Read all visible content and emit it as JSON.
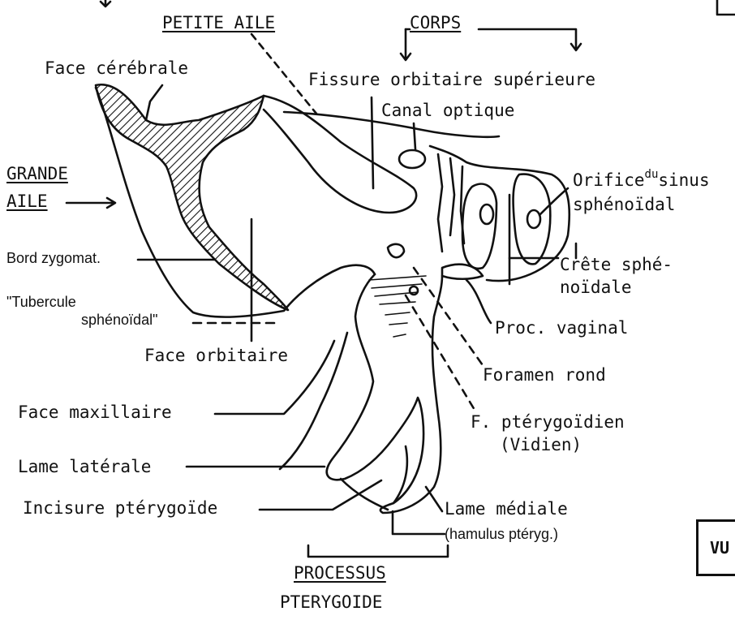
{
  "labels": {
    "petite_aile": "PETITE AILE",
    "corps": "CORPS",
    "face_cerebrale": "Face cérébrale",
    "fissure_orbitaire": "Fissure orbitaire supérieure",
    "canal_optique": "Canal optique",
    "grande": "GRANDE",
    "aile": "AILE",
    "orifice": "Orifice",
    "orifice_du": "du",
    "orifice_sinus": "sinus",
    "spheno_dal": "sphénoïdal",
    "bord_zygomat": "Bord zygomat.",
    "crete_sphe": "Crête sphé-",
    "noidale": "noïdale",
    "tubercule": "\"Tubercule",
    "tubercule_spheno": "sphénoïdal\"",
    "proc_vaginal": "Proc. vaginal",
    "face_orbitaire": "Face orbitaire",
    "foramen_rond": "Foramen rond",
    "face_maxillaire": "Face maxillaire",
    "f_pterygoidien": "F. ptérygoïdien",
    "vidien": "(Vidien)",
    "lame_laterale": "Lame latérale",
    "incisure": "Incisure ptérygoïde",
    "lame_mediale": "Lame médiale",
    "hamulus": "(hamulus ptéryg.)",
    "processus": "PROCESSUS",
    "pterygoide": "PTERYGOIDE",
    "edge_vu": "VU"
  },
  "colors": {
    "ink": "#111111",
    "paper": "#ffffff"
  }
}
